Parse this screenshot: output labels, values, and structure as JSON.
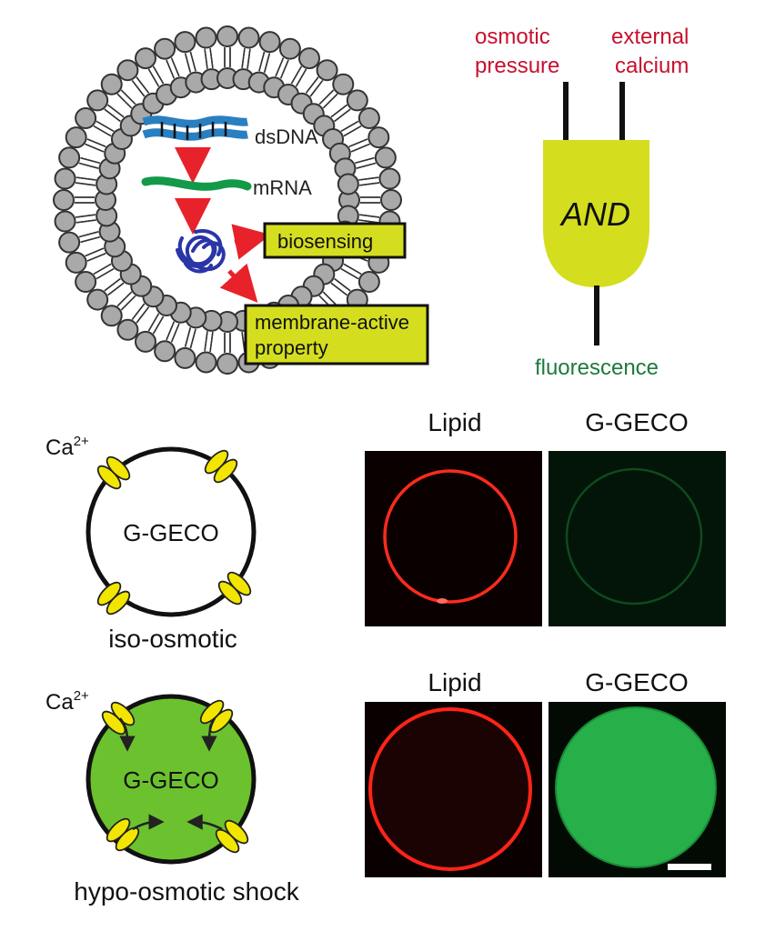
{
  "vesicle": {
    "dsdna_label": "dsDNA",
    "mrna_label": "mRNA",
    "biosensing_label": "biosensing",
    "membrane_label_line1": "membrane-active",
    "membrane_label_line2": "property"
  },
  "logic_gate": {
    "input1_line1": "osmotic",
    "input1_line2": "pressure",
    "input2_line1": "external",
    "input2_line2": "calcium",
    "gate_label": "AND",
    "output_label": "fluorescence"
  },
  "experiment": {
    "ion_label": "Ca",
    "ion_charge": "2+",
    "cell_label": "G-GECO",
    "iso_label": "iso-osmotic",
    "hypo_label": "hypo-osmotic shock",
    "lipid_header": "Lipid",
    "ggeco_header": "G-GECO"
  },
  "colors": {
    "red_text": "#c8102e",
    "green_text": "#1e7a3c",
    "gate_fill": "#d4de1f",
    "dna_blue": "#2a7fc0",
    "mrna_green": "#139a48",
    "arrow_red": "#e8222a",
    "protein_blue": "#2a35a8",
    "cell_green": "#6cc22e",
    "channel_yellow": "#f2e600"
  }
}
